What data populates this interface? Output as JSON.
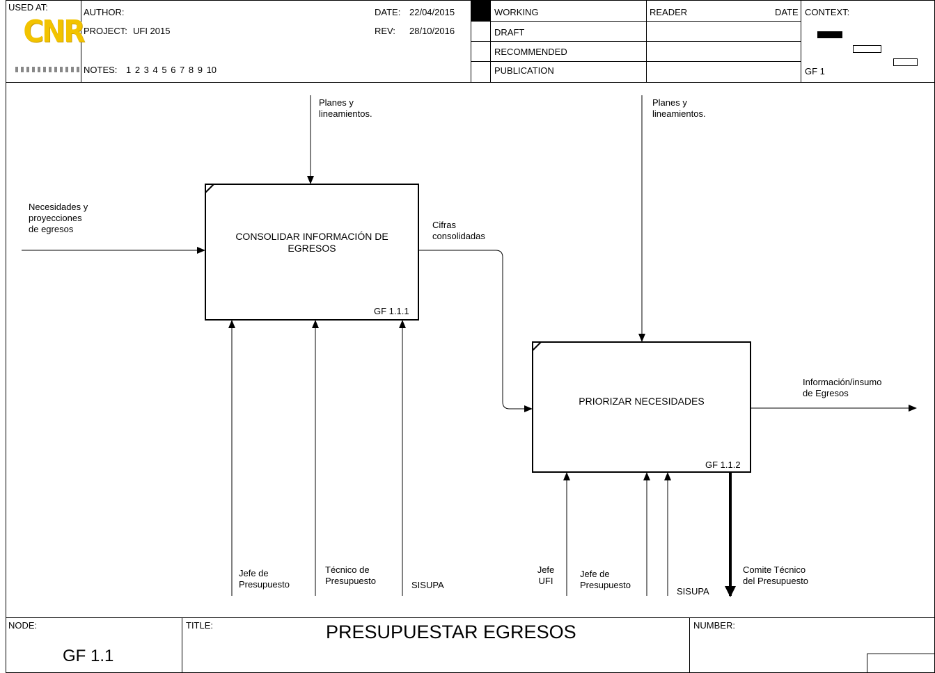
{
  "header": {
    "used_at_label": "USED AT:",
    "logo_text": "CNR",
    "author_label": "AUTHOR:",
    "project_label": "PROJECT:",
    "project_value": "UFI 2015",
    "notes_label": "NOTES:",
    "notes_value": "1 2 3 4 5 6 7 8 9 10",
    "date_label": "DATE:",
    "date_value": "22/04/2015",
    "rev_label": "REV:",
    "rev_value": "28/10/2016",
    "status": [
      "WORKING",
      "DRAFT",
      "RECOMMENDED",
      "PUBLICATION"
    ],
    "status_selected": "WORKING",
    "reader_label": "READER",
    "reader_date_label": "DATE",
    "context_label": "CONTEXT:",
    "context_value": "GF 1"
  },
  "boxes": [
    {
      "id": "GF 1.1.1",
      "label": "CONSOLIDAR   INFORMACIÓN DE\nEGRESOS"
    },
    {
      "id": "GF 1.1.2",
      "label": "PRIORIZAR NECESIDADES"
    }
  ],
  "arrow_labels": {
    "control_1": "Planes y\nlineamientos.",
    "control_2": "Planes y\nlineamientos.",
    "input_1": "Necesidades y\nproyecciones\nde egresos",
    "link_1_2": "Cifras\nconsolidadas",
    "output_2": "Información/insumo\nde Egresos",
    "mech_1a": "Jefe de\nPresupuesto",
    "mech_1b": "Técnico de\nPresupuesto",
    "mech_1c": "SISUPA",
    "mech_2a": "Jefe\nUFI",
    "mech_2b": "Jefe de\nPresupuesto",
    "mech_2c": "SISUPA",
    "call_2": "Comite Técnico\ndel Presupuesto"
  },
  "footer": {
    "node_label": "NODE:",
    "node_value": "GF 1.1",
    "title_label": "TITLE:",
    "title_value": "PRESUPUESTAR EGRESOS",
    "number_label": "NUMBER:"
  }
}
